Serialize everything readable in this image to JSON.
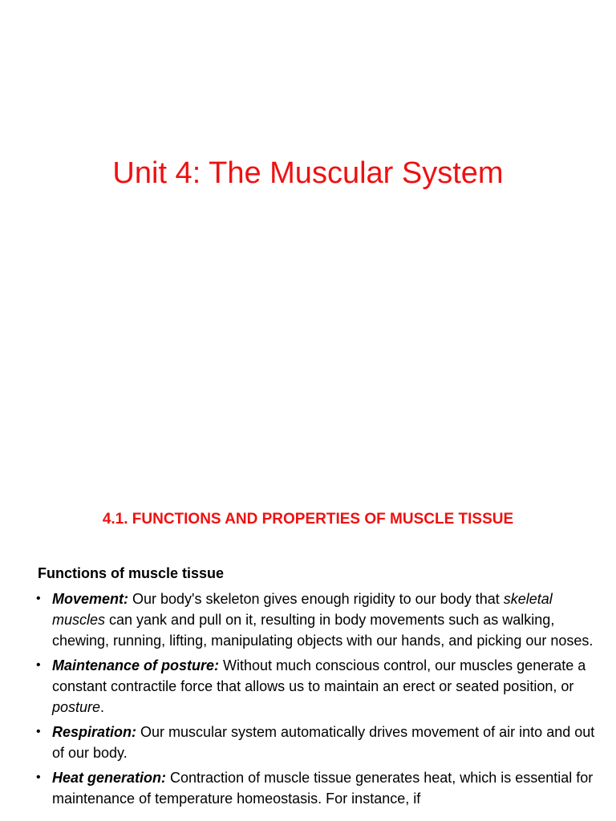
{
  "slide1": {
    "title": "Unit 4: The Muscular System"
  },
  "slide2": {
    "heading": "4.1. FUNCTIONS AND PROPERTIES OF MUSCLE TISSUE",
    "subheading": "Functions of muscle tissue",
    "bullets": [
      {
        "term": "Movement:",
        "text_a": " Our body's skeleton gives enough rigidity to our body that ",
        "italic": "skeletal muscles",
        "text_b": " can yank and pull on it, resulting in body movements such as walking, chewing, running, lifting, manipulating objects with our hands, and picking our noses."
      },
      {
        "term": "Maintenance of posture:",
        "text_a": " Without much conscious control, our muscles generate a constant contractile force that allows us to maintain an erect or seated position, or ",
        "italic": "posture",
        "text_b": "."
      },
      {
        "term": "Respiration:",
        "text_a": " Our muscular system automatically drives movement of air into and out of our body."
      },
      {
        "term": "Heat generation:",
        "text_a": " Contraction of muscle tissue generates heat, which is essential for maintenance of temperature homeostasis. For instance, if"
      }
    ],
    "colors": {
      "accent": "#ee1111",
      "text": "#000000",
      "background": "#ffffff"
    }
  }
}
